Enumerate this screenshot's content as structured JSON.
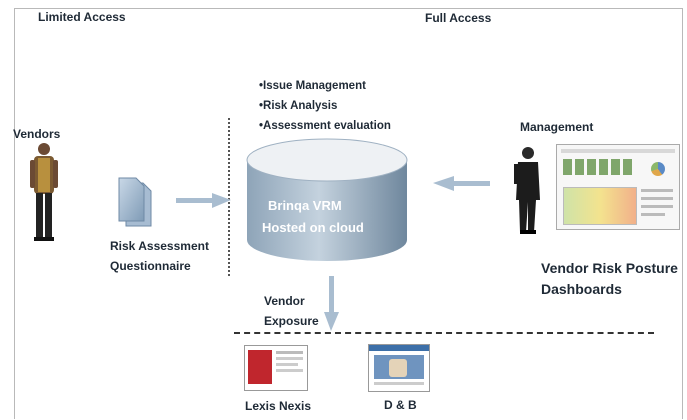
{
  "headers": {
    "limited": "Limited Access",
    "full": "Full Access"
  },
  "actors": {
    "vendors": "Vendors",
    "management": "Management"
  },
  "features": [
    "Issue Management",
    "Risk Analysis",
    "Assessment evaluation"
  ],
  "center": {
    "line1": "Brinqa VRM",
    "line2": "Hosted on cloud"
  },
  "questionnaire": {
    "line1": "Risk Assessment",
    "line2": "Questionnaire"
  },
  "dashboards": {
    "line1": "Vendor Risk Posture",
    "line2": "Dashboards"
  },
  "exposure": {
    "line1": "Vendor",
    "line2": "Exposure"
  },
  "sources": [
    "Lexis Nexis",
    "D & B"
  ],
  "colors": {
    "cylinder_top": "#eef1f4",
    "cylinder_body": "#8fa6ba",
    "arrow": "#a9bdd0",
    "text": "#1f2a36"
  }
}
